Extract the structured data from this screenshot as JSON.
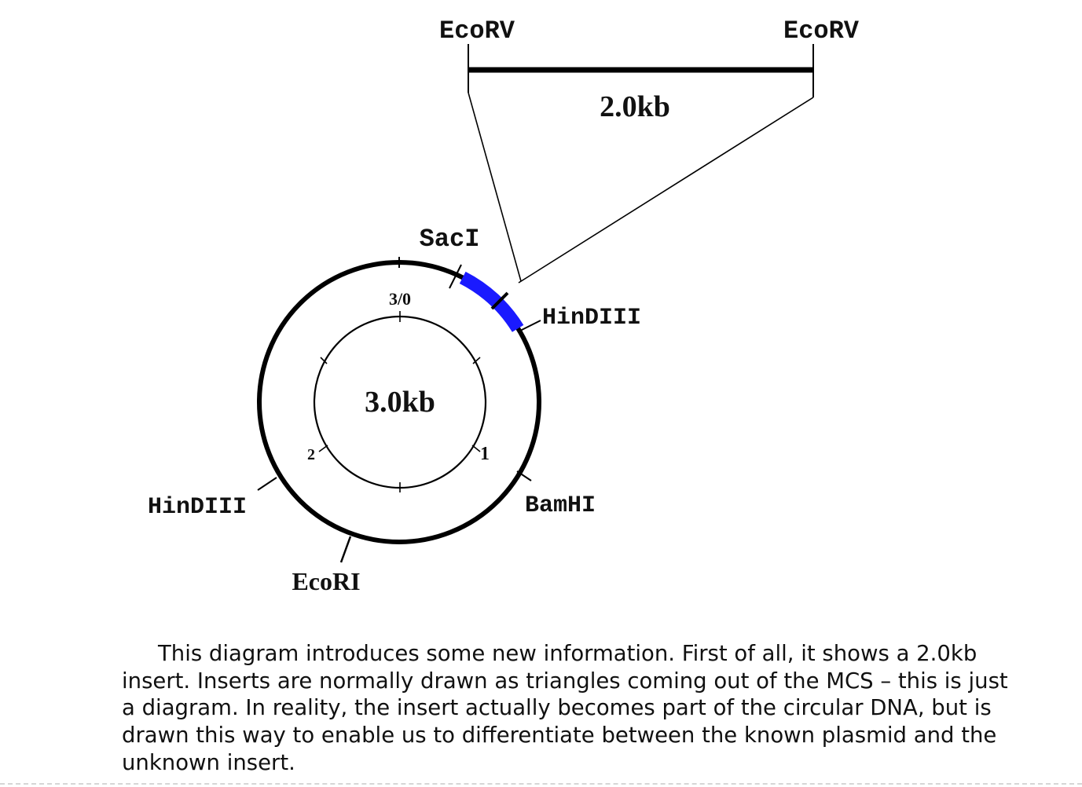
{
  "insert": {
    "left_site": "EcoRV",
    "right_site": "EcoRV",
    "size_label": "2.0kb"
  },
  "plasmid": {
    "size_label": "3.0kb",
    "scale_labels": [
      "3/0",
      "1",
      "2"
    ],
    "sites": {
      "saci": "SacI",
      "hindiii_mcs": "HinDIII",
      "bamhi": "BamHI",
      "ecori": "EcoRI",
      "hindiii_left": "HinDIII"
    },
    "mcs_color": "#1a1aff"
  },
  "caption": "This diagram introduces some new information. First of all, it shows a 2.0kb insert. Inserts are normally drawn as triangles coming out of the MCS – this is just a diagram. In reality, the insert actually becomes part of the circular DNA, but is drawn this way to enable us to differentiate between the known plasmid and the unknown insert."
}
